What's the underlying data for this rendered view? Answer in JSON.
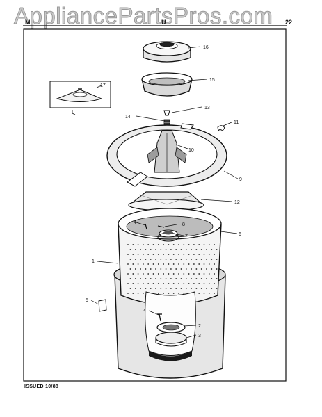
{
  "watermark": "AppliancePartsPros.com",
  "header": {
    "left": "M",
    "center": "U",
    "right": "22"
  },
  "footer": {
    "issued": "ISSUED 10/88"
  },
  "callouts": {
    "c1": "1",
    "c2": "2",
    "c3": "3",
    "c4a": "4",
    "c4b": "4",
    "c5": "5",
    "c6": "6",
    "c7": "7",
    "c8": "8",
    "c9": "9",
    "c10": "10",
    "c11": "11",
    "c12": "12",
    "c13": "13",
    "c14": "14",
    "c15": "15",
    "c16": "16",
    "c17": "17"
  }
}
